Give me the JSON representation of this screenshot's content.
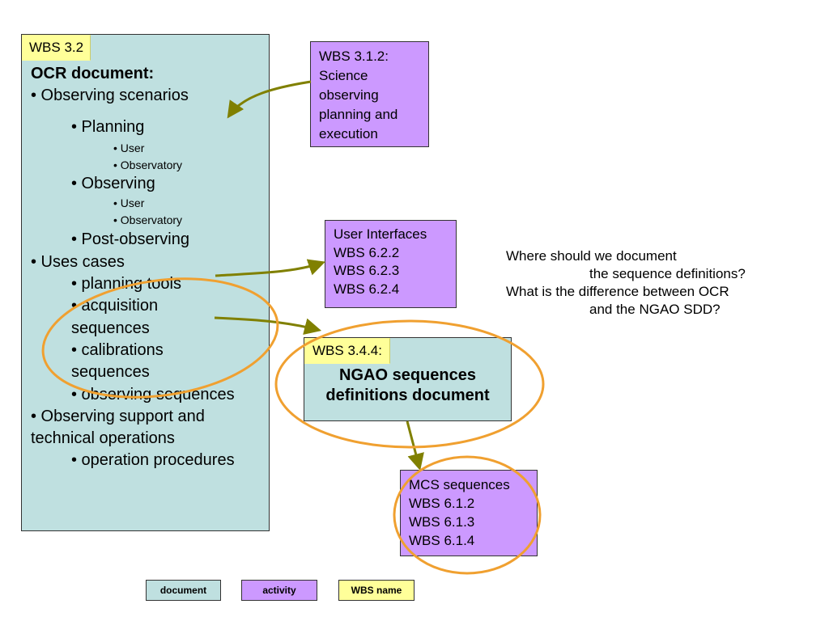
{
  "ocr_box": {
    "tag": "WBS 3.2",
    "title": "OCR document:",
    "items": [
      "• Observing scenarios",
      "• Planning",
      "• User",
      "• Observatory",
      "• Observing",
      "• User",
      "• Observatory",
      "• Post-observing",
      "• Uses cases",
      "• planning tools",
      "• acquisition",
      "sequences",
      "• calibrations",
      "sequences",
      "• observing sequences",
      "• Observing support and",
      "technical operations",
      "• operation procedures"
    ]
  },
  "science_box": {
    "lines": [
      "WBS 3.1.2:",
      "Science",
      "observing",
      "planning and",
      "execution"
    ]
  },
  "ui_box": {
    "lines": [
      "User Interfaces",
      "WBS 6.2.2",
      "WBS 6.2.3",
      "WBS 6.2.4"
    ]
  },
  "ngao_box": {
    "tag": "WBS 3.4.4:",
    "title_line1": "NGAO sequences",
    "title_line2": "definitions document"
  },
  "mcs_box": {
    "lines": [
      "MCS sequences",
      "WBS 6.1.2",
      "WBS 6.1.3",
      "WBS 6.1.4"
    ]
  },
  "questions": {
    "lines": [
      "Where should we document",
      "the sequence definitions?",
      "What is the difference between OCR",
      "and the NGAO SDD?"
    ]
  },
  "legend": {
    "document": "document",
    "activity": "activity",
    "wbs_name": "WBS name"
  },
  "colors": {
    "document": "#bfe0e0",
    "activity": "#cc99ff",
    "wbs_name": "#ffff99",
    "arrow": "#808000",
    "highlight": "#f0a030"
  }
}
